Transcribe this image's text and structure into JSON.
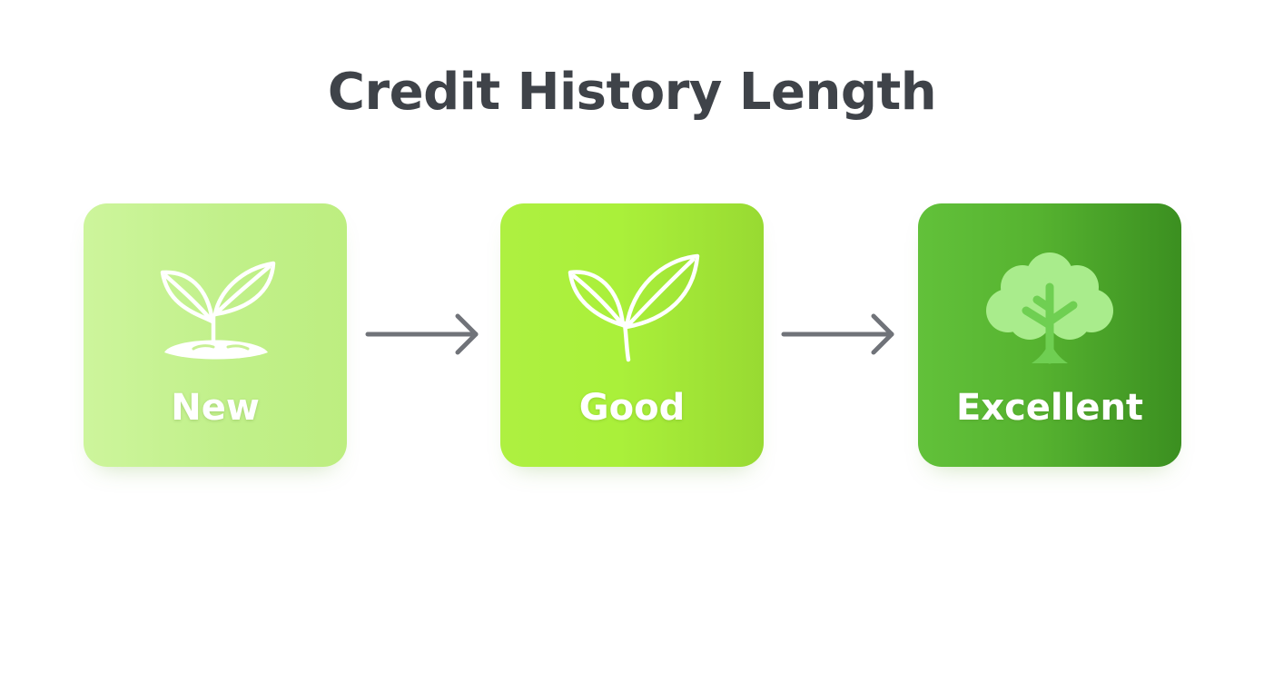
{
  "title": "Credit History Length",
  "stages": [
    {
      "label": "New",
      "icon": "sprout-icon"
    },
    {
      "label": "Good",
      "icon": "leaves-icon"
    },
    {
      "label": "Excellent",
      "icon": "tree-icon"
    }
  ],
  "colors": {
    "title": "#3f4349",
    "arrow": "#707379",
    "new": "#c5f291",
    "good": "#a9ee3c",
    "excellent": "#4fa92c",
    "tree_foliage": "#a9ec8c"
  }
}
